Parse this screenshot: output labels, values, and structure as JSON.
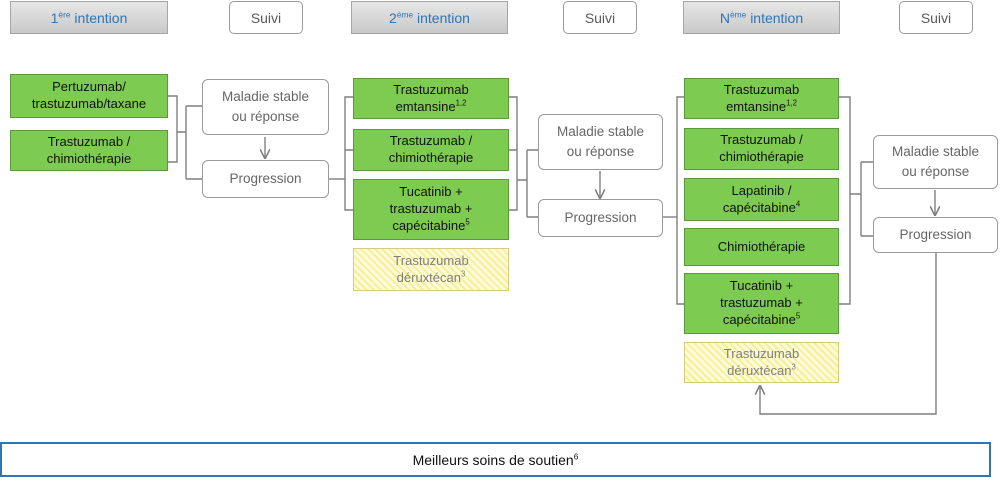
{
  "headers": {
    "line1": {
      "sup": "ère",
      "label": "intention"
    },
    "suivi1": "Suivi",
    "line2": {
      "sup": "ème",
      "label": "intention"
    },
    "suivi2": "Suivi",
    "lineN": {
      "sup": "ème",
      "label": "intention"
    },
    "suivi3": "Suivi"
  },
  "col1": {
    "t1": {
      "line1": "Pertuzumab/",
      "line2": "trastuzumab/taxane"
    },
    "t2": {
      "line1": "Trastuzumab /",
      "line2": "chimiothérapie"
    }
  },
  "outcomes": {
    "stable_l1": "Maladie stable",
    "stable_l2": "ou réponse",
    "progression": "Progression"
  },
  "col2": {
    "t1": {
      "line1": "Trastuzumab",
      "line2": "emtansine",
      "sup": "1,2"
    },
    "t2": {
      "line1": "Trastuzumab /",
      "line2": "chimiothérapie"
    },
    "t3": {
      "line1": "Tucatinib +",
      "line2": "trastuzumab +",
      "line3": "capécitabine",
      "sup": "5"
    },
    "t4": {
      "line1": "Trastuzumab",
      "line2": "déruxtécan",
      "sup": "3"
    }
  },
  "col3": {
    "t1": {
      "line1": "Trastuzumab",
      "line2": "emtansine",
      "sup": "1,2"
    },
    "t2": {
      "line1": "Trastuzumab /",
      "line2": "chimiothérapie"
    },
    "t3": {
      "line1": "Lapatinib /",
      "line2": "capécitabine",
      "sup": "4"
    },
    "t4": {
      "line1": "Chimiothérapie"
    },
    "t5": {
      "line1": "Tucatinib +",
      "line2": "trastuzumab +",
      "line3": "capécitabine",
      "sup": "5"
    },
    "t6": {
      "line1": "Trastuzumab",
      "line2": "déruxtécan",
      "sup": "3"
    }
  },
  "footer": {
    "label": "Meilleurs soins de soutien",
    "sup": "6"
  }
}
